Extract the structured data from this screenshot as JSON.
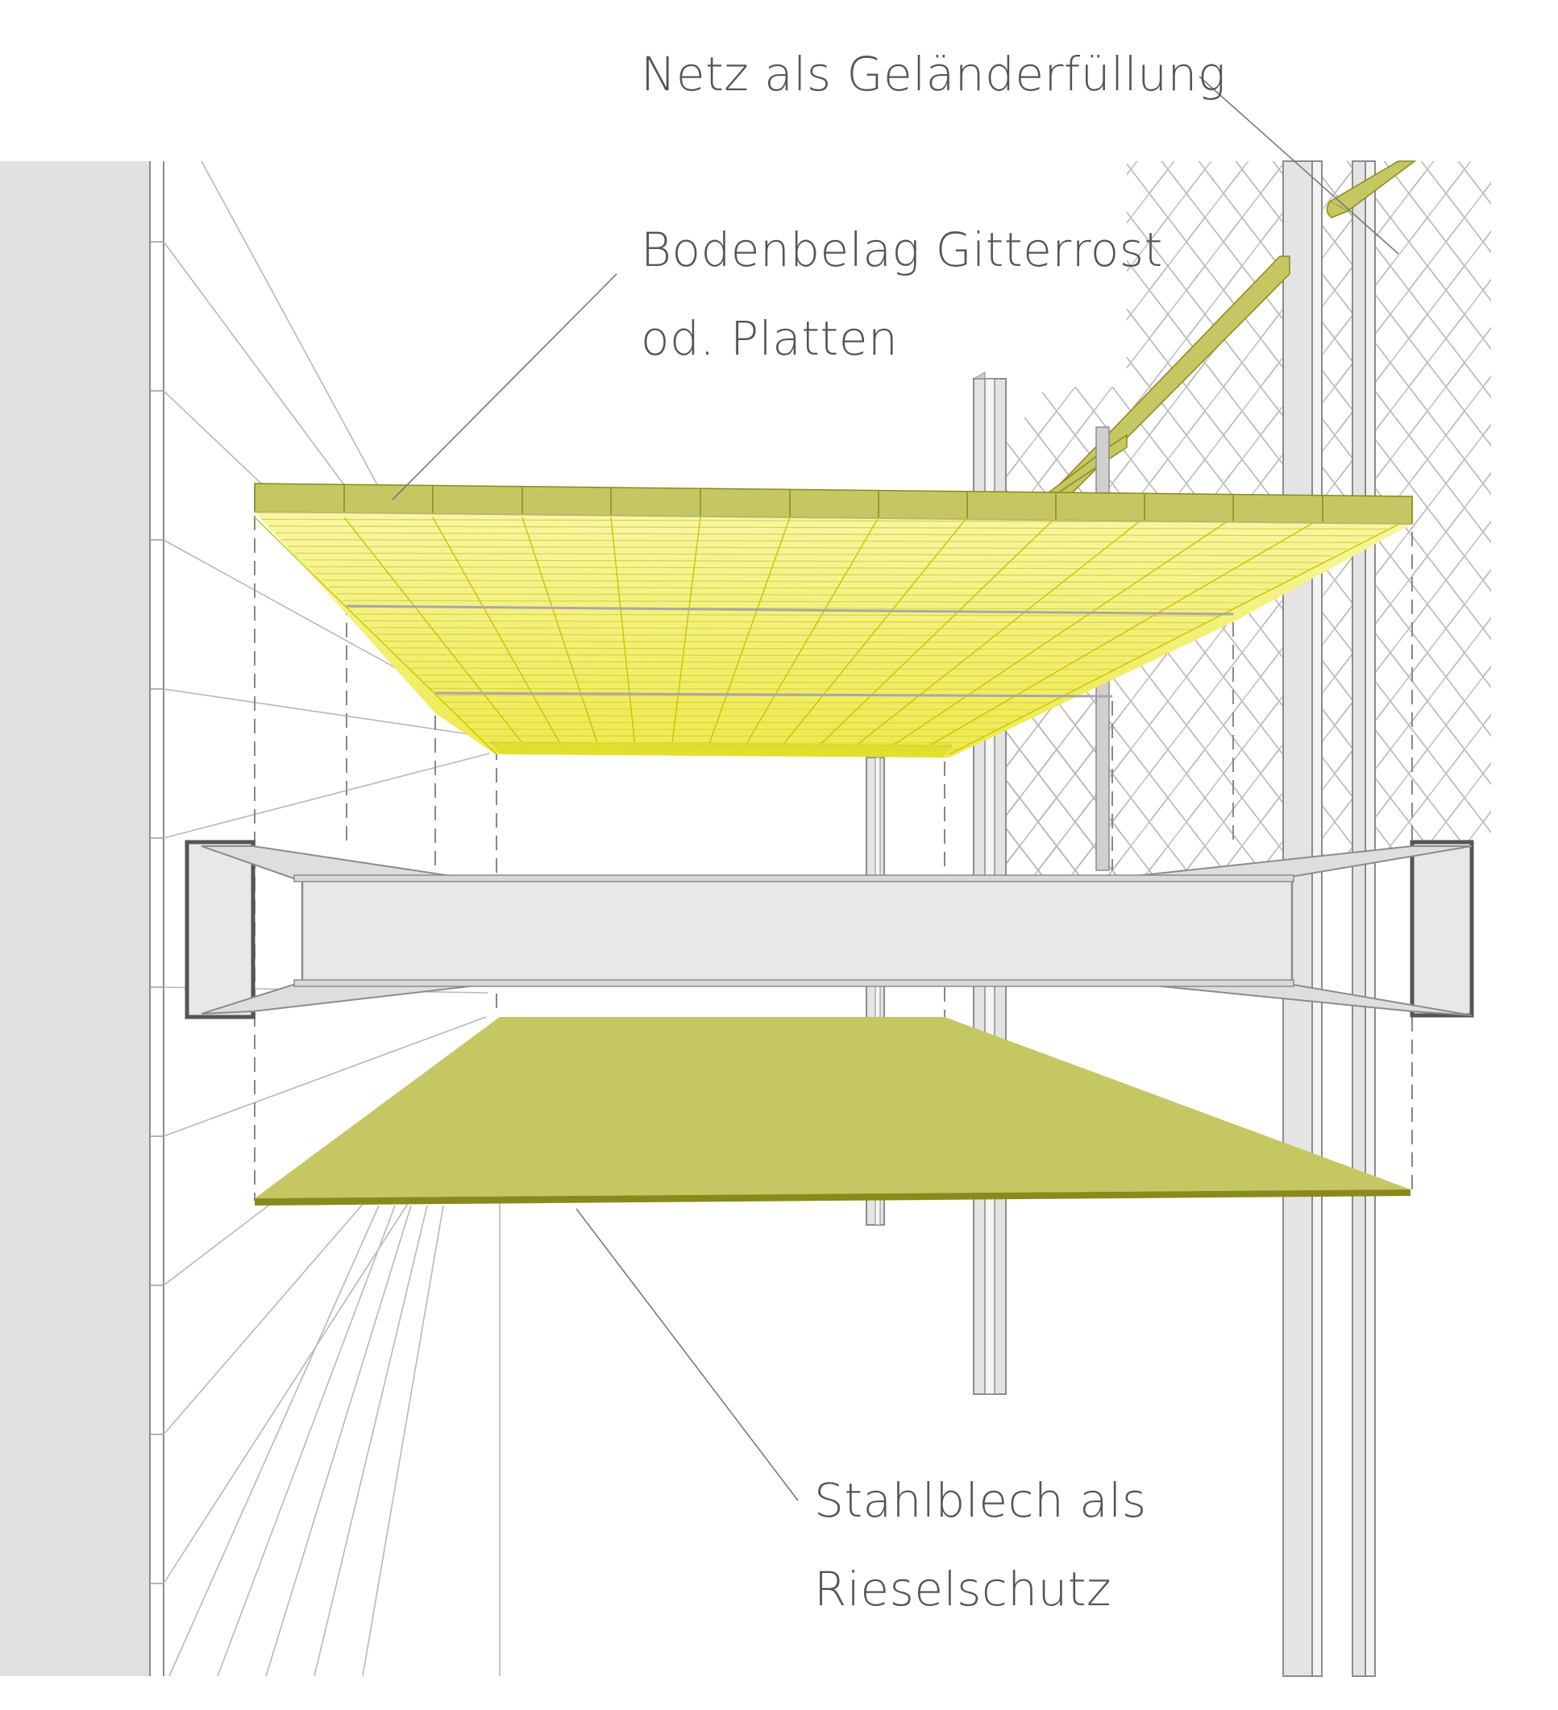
{
  "labels": {
    "net": "Netz als Geländerfüllung",
    "grating": {
      "line1": "Bodenbelag Gitterrost",
      "line2": "od. Platten"
    },
    "sheet": {
      "line1": "Stahlblech als",
      "line2": "Rieselschutz"
    }
  },
  "colors": {
    "grating_yellow": "#f2ee7a",
    "grating_bright": "#e8e300",
    "olive": "#c5c763",
    "olive_dark": "#8a8a1c",
    "steel_light": "#e4e4e4",
    "steel_edge": "#8c8c8c",
    "wall_grey": "#e1e1e1",
    "line_grey": "#9a9a9a"
  }
}
